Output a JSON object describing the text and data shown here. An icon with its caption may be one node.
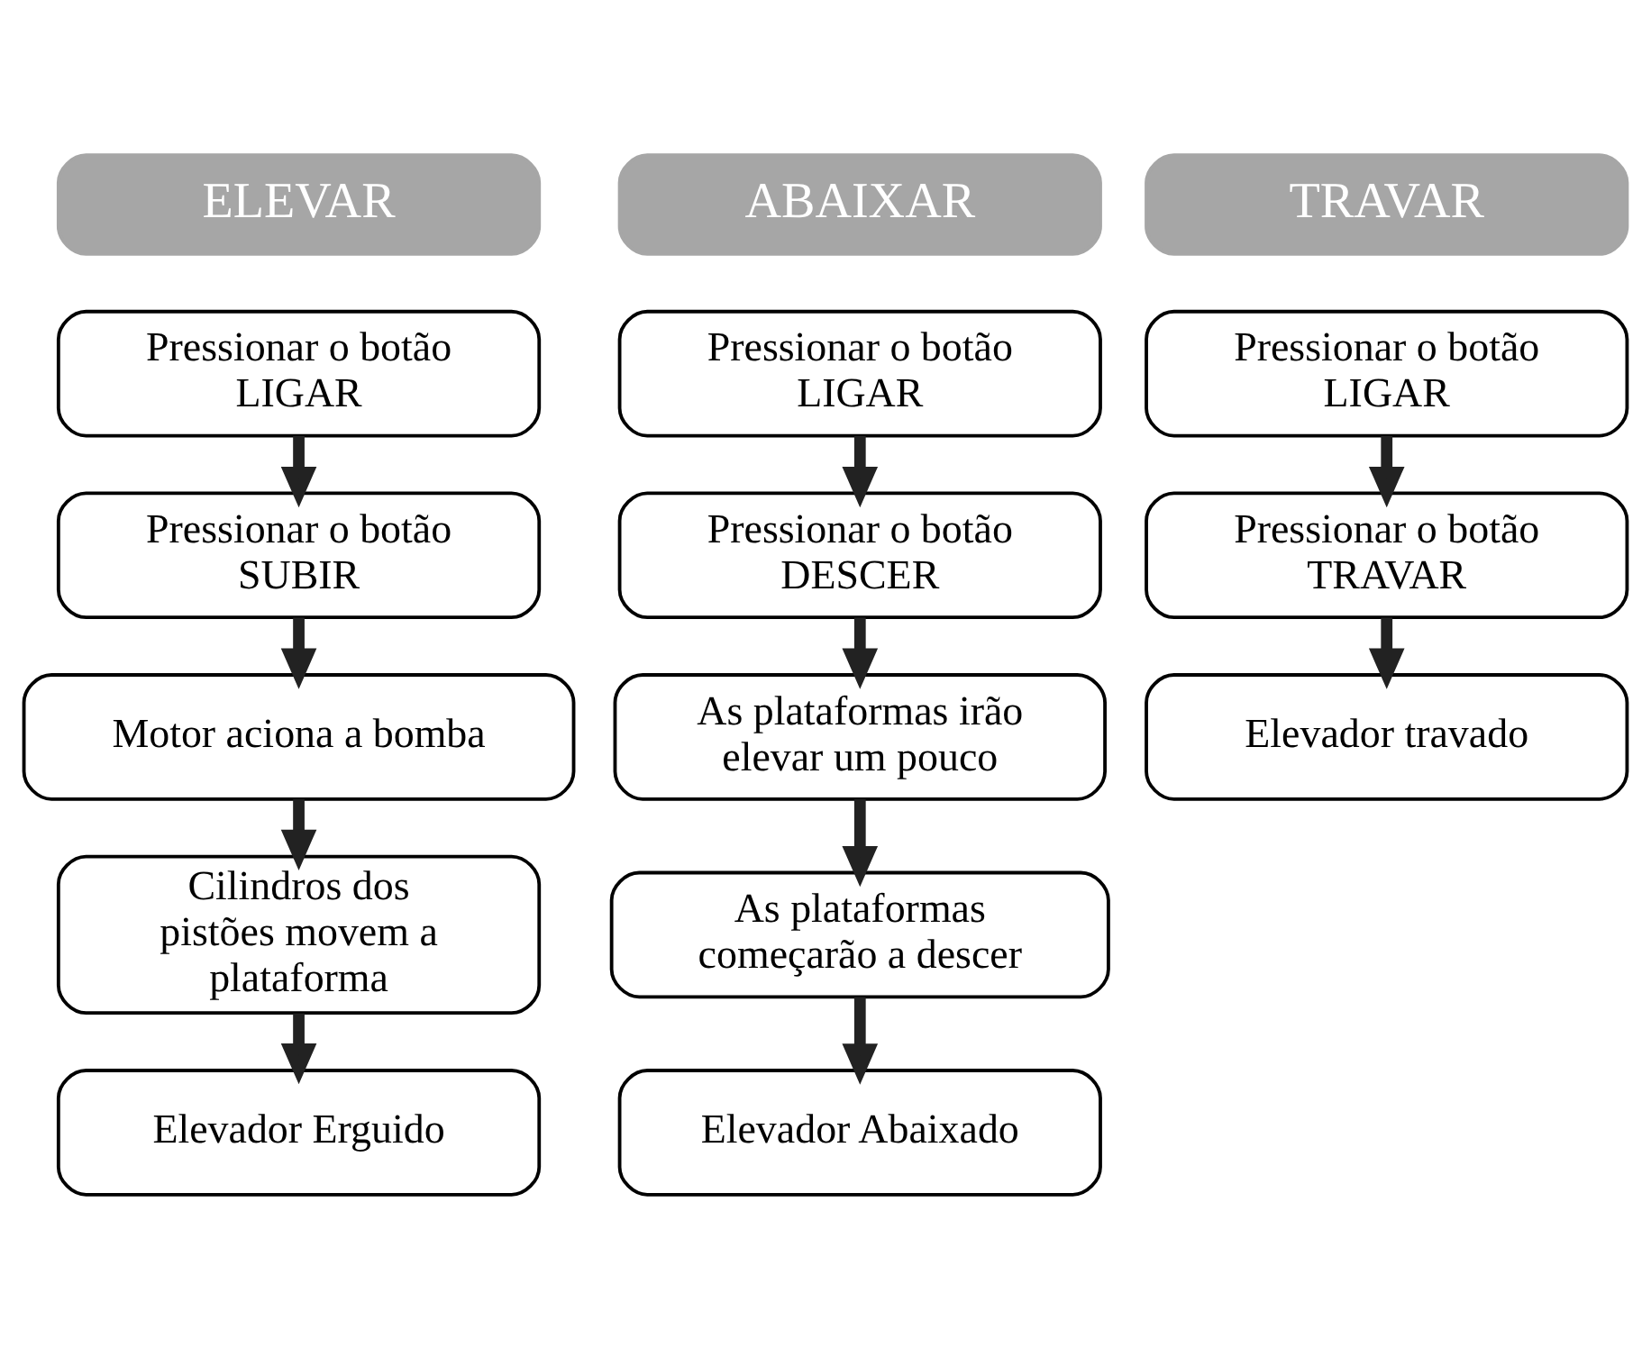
{
  "diagram": {
    "nodes": [
      {
        "text": [
          "ELEVAR"
        ]
      },
      {
        "text": [
          "ABAIXAR"
        ]
      },
      {
        "text": [
          "TRAVAR"
        ]
      },
      {
        "text": [
          "Pressionar o botão LIGAR"
        ]
      },
      {
        "text": [
          "Pressionar o botão SUBIR"
        ]
      },
      {
        "text": [
          "Motor aciona a bomba"
        ]
      },
      {
        "text": [
          "Cilindros dos pistões movem a plataforma"
        ]
      },
      {
        "text": [
          "Elevador Erguido"
        ]
      },
      {
        "text": [
          "Pressionar o botão LIGAR"
        ]
      },
      {
        "text": [
          "Pressionar o botão DESCER"
        ]
      },
      {
        "text": [
          "As plataformas irão elevar um pouco"
        ]
      },
      {
        "text": [
          "As plataformas começarão a descer"
        ]
      },
      {
        "text": [
          "Elevador Abaixado"
        ]
      },
      {
        "text": [
          "Pressionar o botão LIGAR"
        ]
      },
      {
        "text": [
          "Pressionar o botão TRAVAR"
        ]
      },
      {
        "text": [
          "Elevador travado"
        ]
      }
    ],
    "edges": [
      {
        "from": 3,
        "to": 4,
        "arrow": "to"
      },
      {
        "from": 4,
        "to": 5,
        "arrow": "to"
      },
      {
        "from": 5,
        "to": 6,
        "arrow": "to"
      },
      {
        "from": 6,
        "to": 7,
        "arrow": "to"
      },
      {
        "from": 8,
        "to": 9,
        "arrow": "to"
      },
      {
        "from": 9,
        "to": 10,
        "arrow": "to"
      },
      {
        "from": 10,
        "to": 11,
        "arrow": "to"
      },
      {
        "from": 11,
        "to": 12,
        "arrow": "to"
      },
      {
        "from": 13,
        "to": 14,
        "arrow": "to"
      },
      {
        "from": 14,
        "to": 15,
        "arrow": "to"
      }
    ]
  }
}
